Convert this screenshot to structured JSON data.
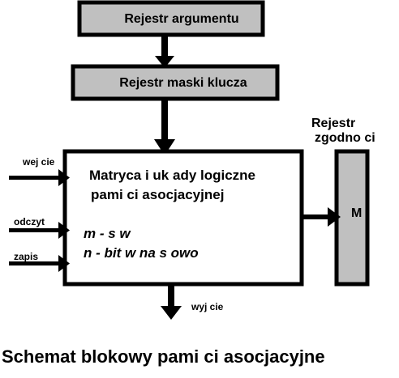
{
  "diagram": {
    "blocks": {
      "argument_register": "Rejestr argumentu",
      "mask_register": "Rejestr maski klucza",
      "matrix_line1": "Matryca i uk  ady logiczne",
      "matrix_line2": "pami  ci asocjacyjnej",
      "matrix_m": "m - s    w",
      "matrix_n": "n - bit  w na s  owo",
      "match_register_title1": "Rejestr",
      "match_register_title2": "zgodno  ci",
      "match_register_symbol": "M"
    },
    "signals": {
      "inputs": "wej  cie",
      "read": "odczyt",
      "write": "zapis",
      "outputs": "wyj  cie"
    },
    "caption": "Schemat blokowy pami  ci asocjacyjne"
  }
}
